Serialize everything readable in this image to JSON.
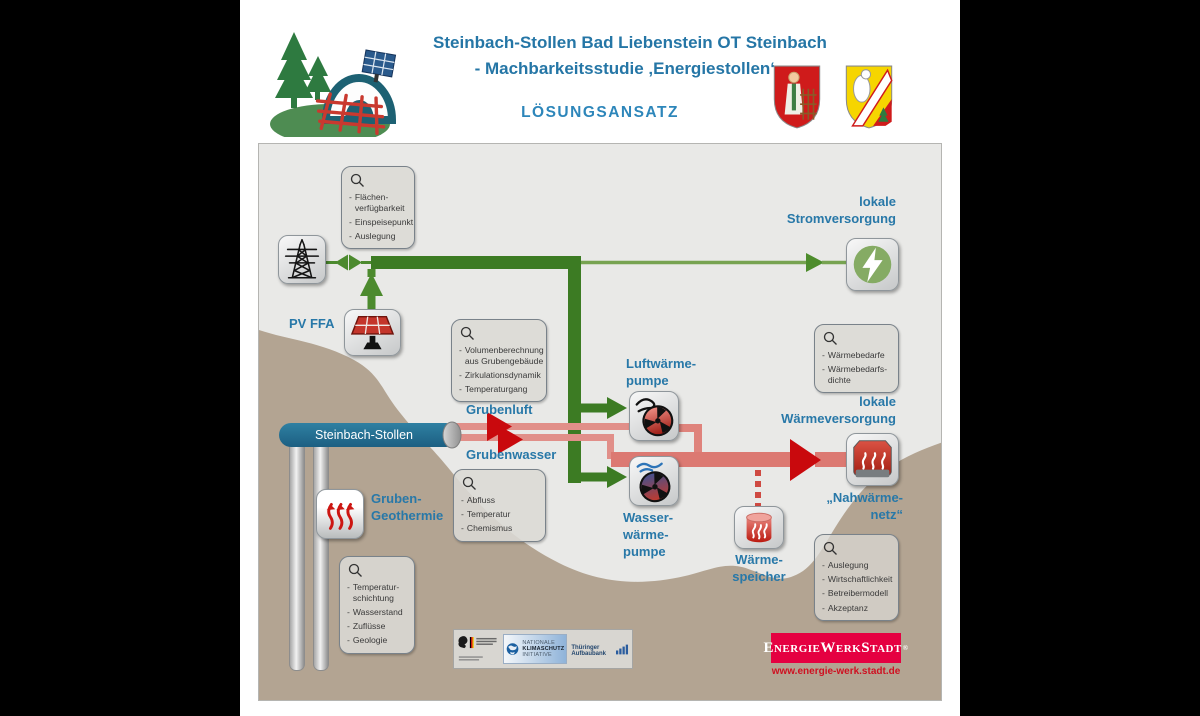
{
  "header": {
    "title_line1": "Steinbach-Stollen Bad Liebenstein OT Steinbach",
    "title_line2": "- Machbarkeitsstudie ‚Energiestollen‘ -",
    "subtitle": "LÖSUNGSANSATZ"
  },
  "labels": {
    "pv": "PV FFA",
    "strom": "lokale\nStromversorgung",
    "waerme": "lokale\nWärmeversorgung",
    "grubenluft": "Grubenluft",
    "grubenwasser": "Grubenwasser",
    "tunnel": "Steinbach-Stollen",
    "geothermie": "Gruben-\nGeothermie",
    "luftwaermepumpe": "Luftwärme-\npumpe",
    "wasserwaermepumpe": "Wasser-\nwärme-\npumpe",
    "waermespeicher": "Wärme-\nspeicher",
    "nahwaermenetz": "„Nahwärme-\nnetz“"
  },
  "boxes": {
    "pv_study": {
      "items": [
        "Flächen-\nverfügbarkeit",
        "Einspeisepunkt",
        "Auslegung"
      ]
    },
    "volume_study": {
      "items": [
        "Volumenberechnung\naus Grubengebäude",
        "Zirkulationsdynamik",
        "Temperaturgang"
      ]
    },
    "water_study": {
      "items": [
        "Abfluss",
        "Temperatur",
        "Chemismus"
      ]
    },
    "mine_study": {
      "items": [
        "Temperatur-\nschichtung",
        "Wasserstand",
        "Zuflüsse",
        "Geologie"
      ]
    },
    "demand_study": {
      "items": [
        "Wärmebedarfe",
        "Wärmebedarfs-\ndichte"
      ]
    },
    "network_study": {
      "items": [
        "Auslegung",
        "Wirtschaftlichkeit",
        "Betreibermodell",
        "Akzeptanz"
      ]
    }
  },
  "footer": {
    "klimaschutz_line1": "NATIONALE",
    "klimaschutz_line2": "KLIMASCHUTZ",
    "klimaschutz_line3": "INITIATIVE",
    "bank": "Thüringer Aufbaubank",
    "energiewerk_name": "EnergieWerkStadt",
    "energiewerk_reg": "®",
    "energiewerk_url": "www.energie-werk.stadt.de"
  },
  "colors": {
    "accent_blue": "#2878a8",
    "power_green": "#3c7b23",
    "power_green_light": "#77a351",
    "heat_red": "#c9090d",
    "heat_salmon": "#dc7972",
    "terrain_brown": "#b3a492",
    "tunnel_teal": "#24698a",
    "brand_red": "#e50041"
  }
}
